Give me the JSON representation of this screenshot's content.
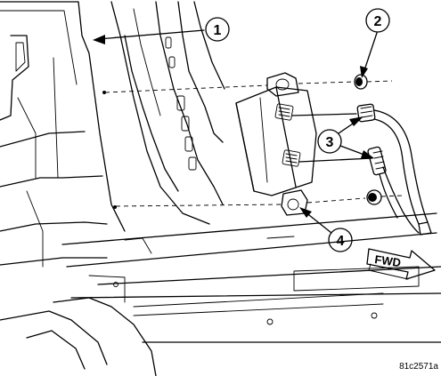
{
  "callouts": [
    {
      "label": "1"
    },
    {
      "label": "2"
    },
    {
      "label": "3"
    },
    {
      "label": "4"
    }
  ],
  "direction_arrow": {
    "label": "FWD"
  },
  "figure_reference": "81c2571a"
}
